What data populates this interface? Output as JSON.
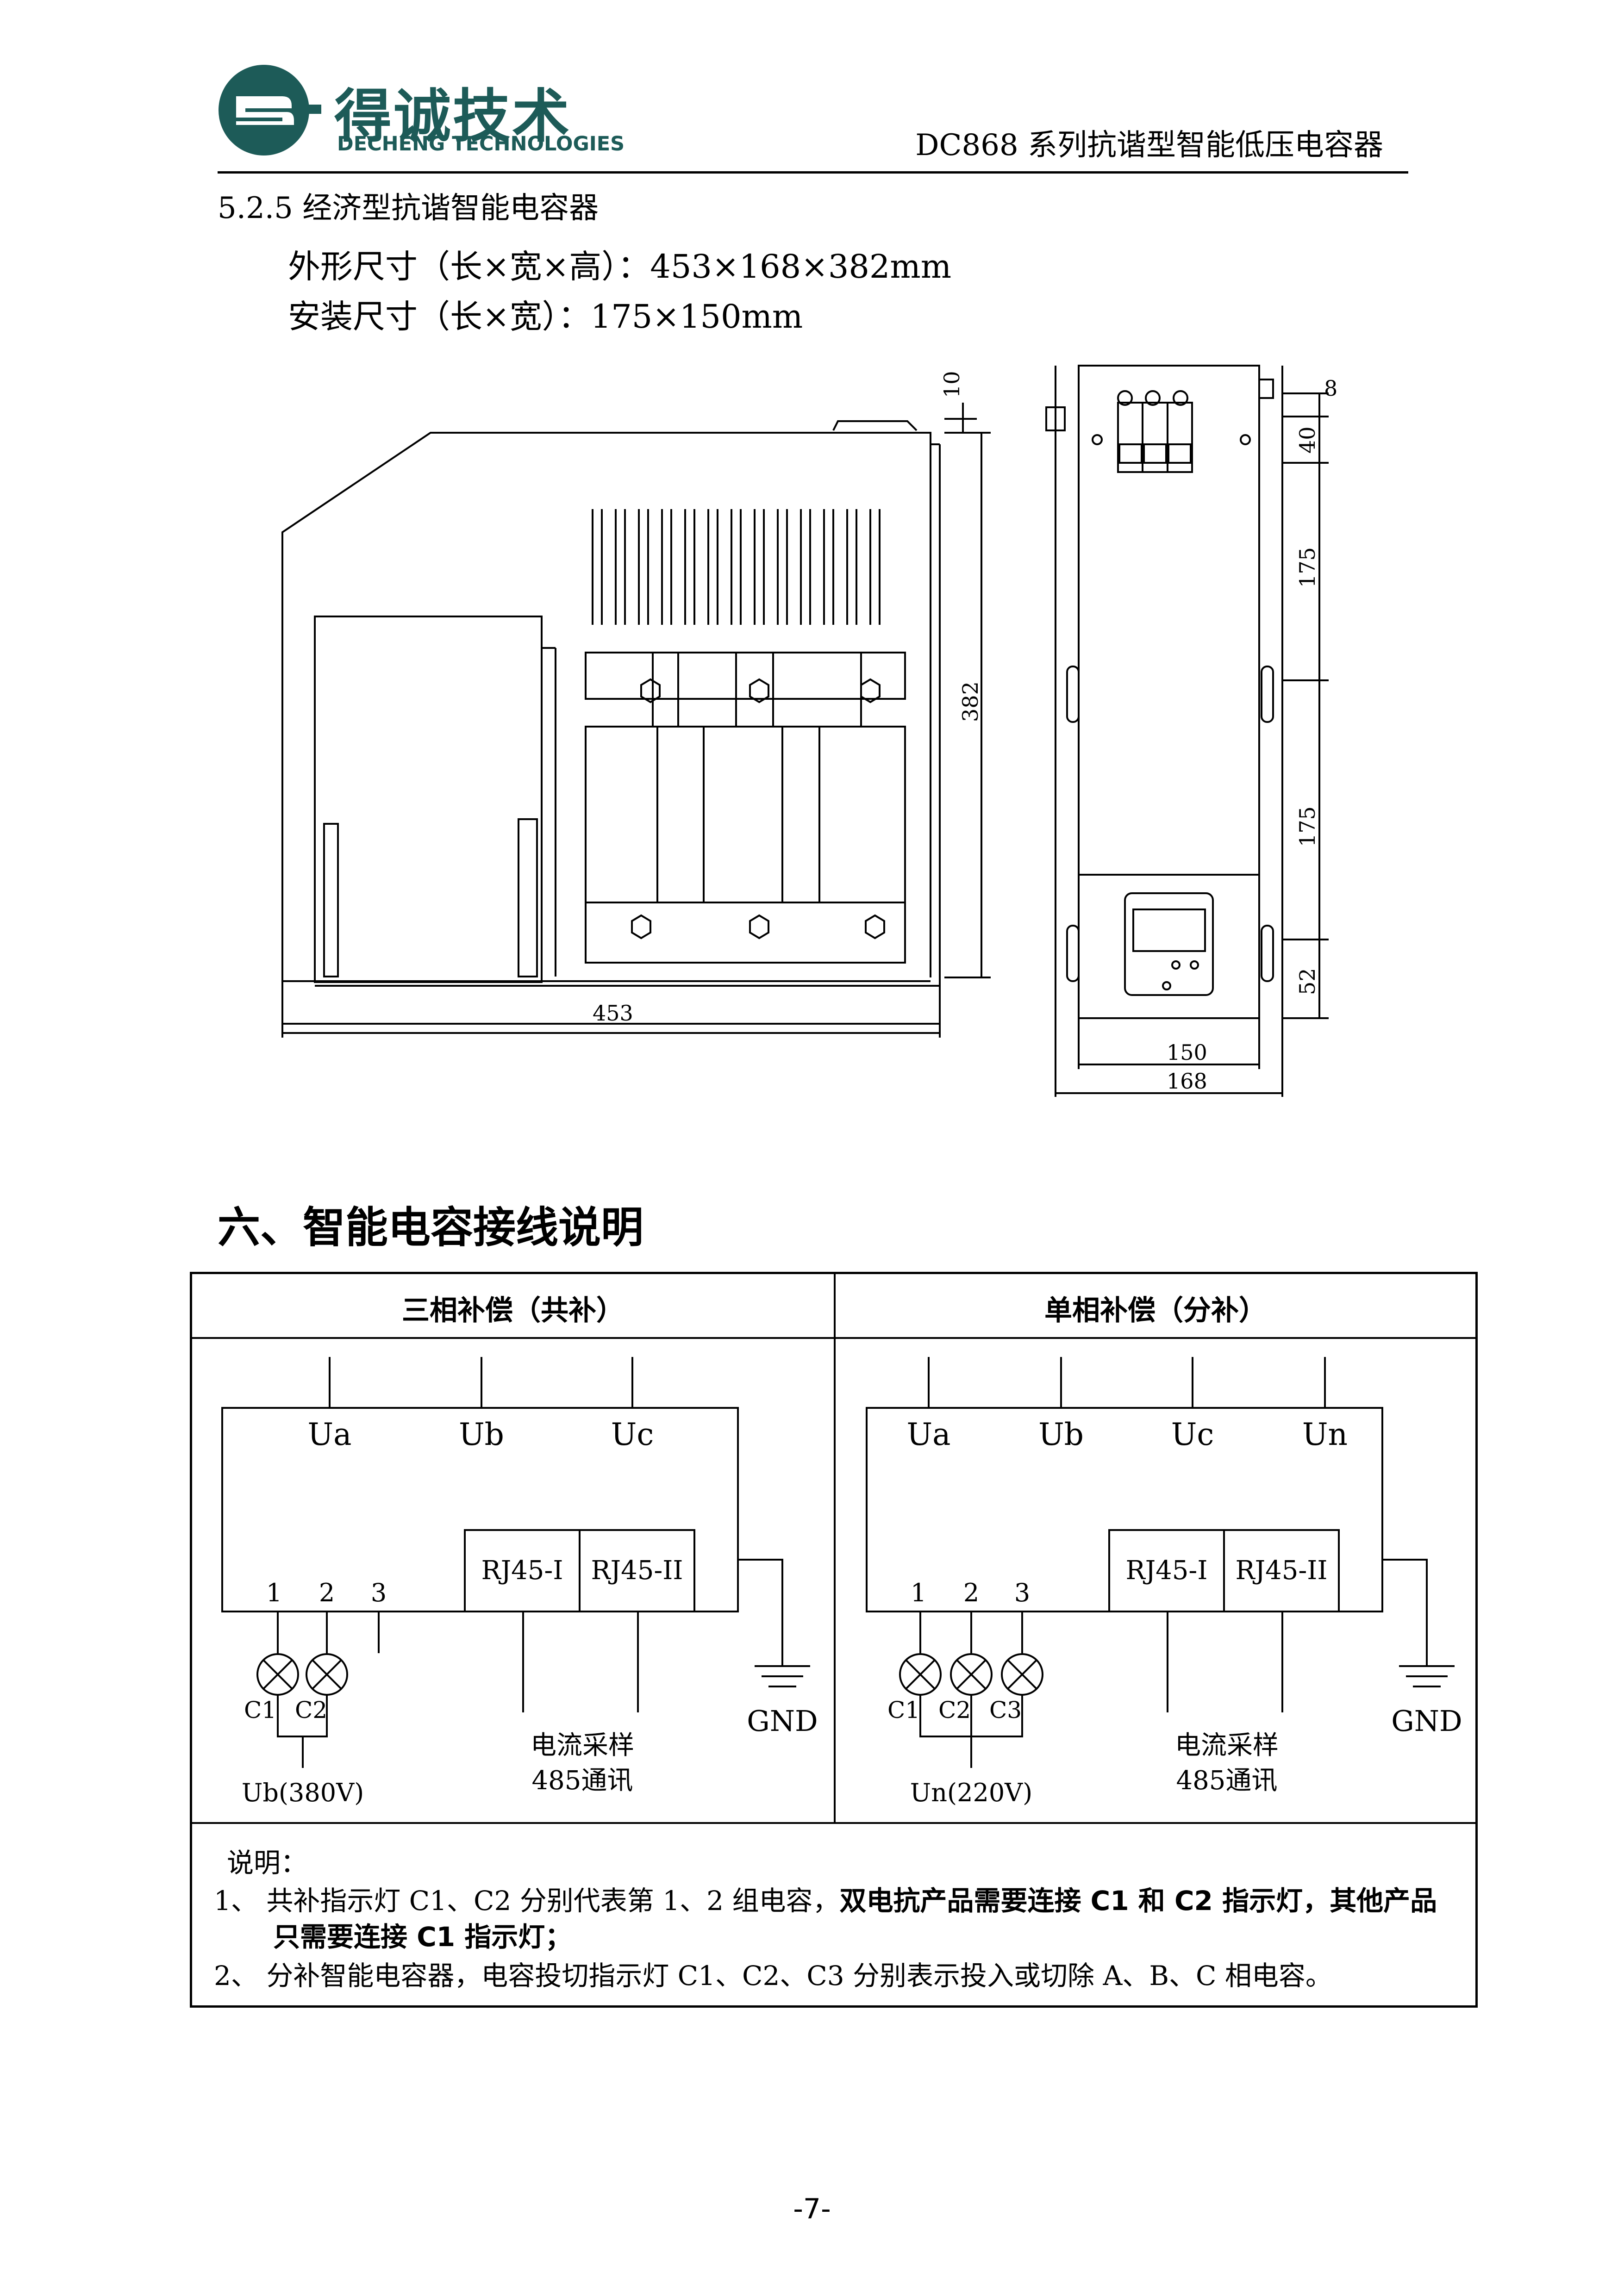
{
  "header": {
    "company_cn": "得诚技术",
    "company_en": "DECHENG TECHNOLOGIES",
    "doc_title": "DC868 系列抗谐型智能低压电容器"
  },
  "section_525": {
    "heading": "5.2.5 经济型抗谐智能电容器",
    "outline_dims": "外形尺寸（长×宽×高）：453×168×382mm",
    "install_dims": "安装尺寸（长×宽）：175×150mm"
  },
  "drawing_dims": {
    "side_width": "453",
    "side_height": "382",
    "side_top": "10",
    "front_inner_width": "150",
    "front_outer_width": "168",
    "right_8": "8",
    "right_40": "40",
    "right_175_a": "175",
    "right_175_b": "175",
    "right_52": "52"
  },
  "section_6": {
    "heading": "六、智能电容接线说明"
  },
  "wiring_table": {
    "col_left_title": "三相补偿（共补）",
    "col_right_title": "单相补偿（分补）",
    "left": {
      "terminals": [
        "Ua",
        "Ub",
        "Uc"
      ],
      "pins": [
        "1",
        "2",
        "3"
      ],
      "rj45_1": "RJ45-I",
      "rj45_2": "RJ45-II",
      "lamps": [
        "C1",
        "C2"
      ],
      "supply": "Ub(380V)",
      "signal_1": "电流采样",
      "signal_2": "485通讯",
      "gnd": "GND"
    },
    "right": {
      "terminals": [
        "Ua",
        "Ub",
        "Uc",
        "Un"
      ],
      "pins": [
        "1",
        "2",
        "3"
      ],
      "rj45_1": "RJ45-I",
      "rj45_2": "RJ45-II",
      "lamps": [
        "C1",
        "C2",
        "C3"
      ],
      "supply": "Un(220V)",
      "signal_1": "电流采样",
      "signal_2": "485通讯",
      "gnd": "GND"
    },
    "notes_title": "说明：",
    "note1_prefix": "1、",
    "note1_plain": "共补指示灯 C1、C2 分别代表第 1、2 组电容，",
    "note1_bold": "双电抗产品需要连接 C1 和 C2 指示灯，其他产品",
    "note1_bold_cont": "只需要连接 C1 指示灯；",
    "note2_prefix": "2、",
    "note2_text": "分补智能电容器，电容投切指示灯 C1、C2、C3 分别表示投入或切除 A、B、C 相电容。"
  },
  "footer": {
    "page_number": "-7-"
  }
}
